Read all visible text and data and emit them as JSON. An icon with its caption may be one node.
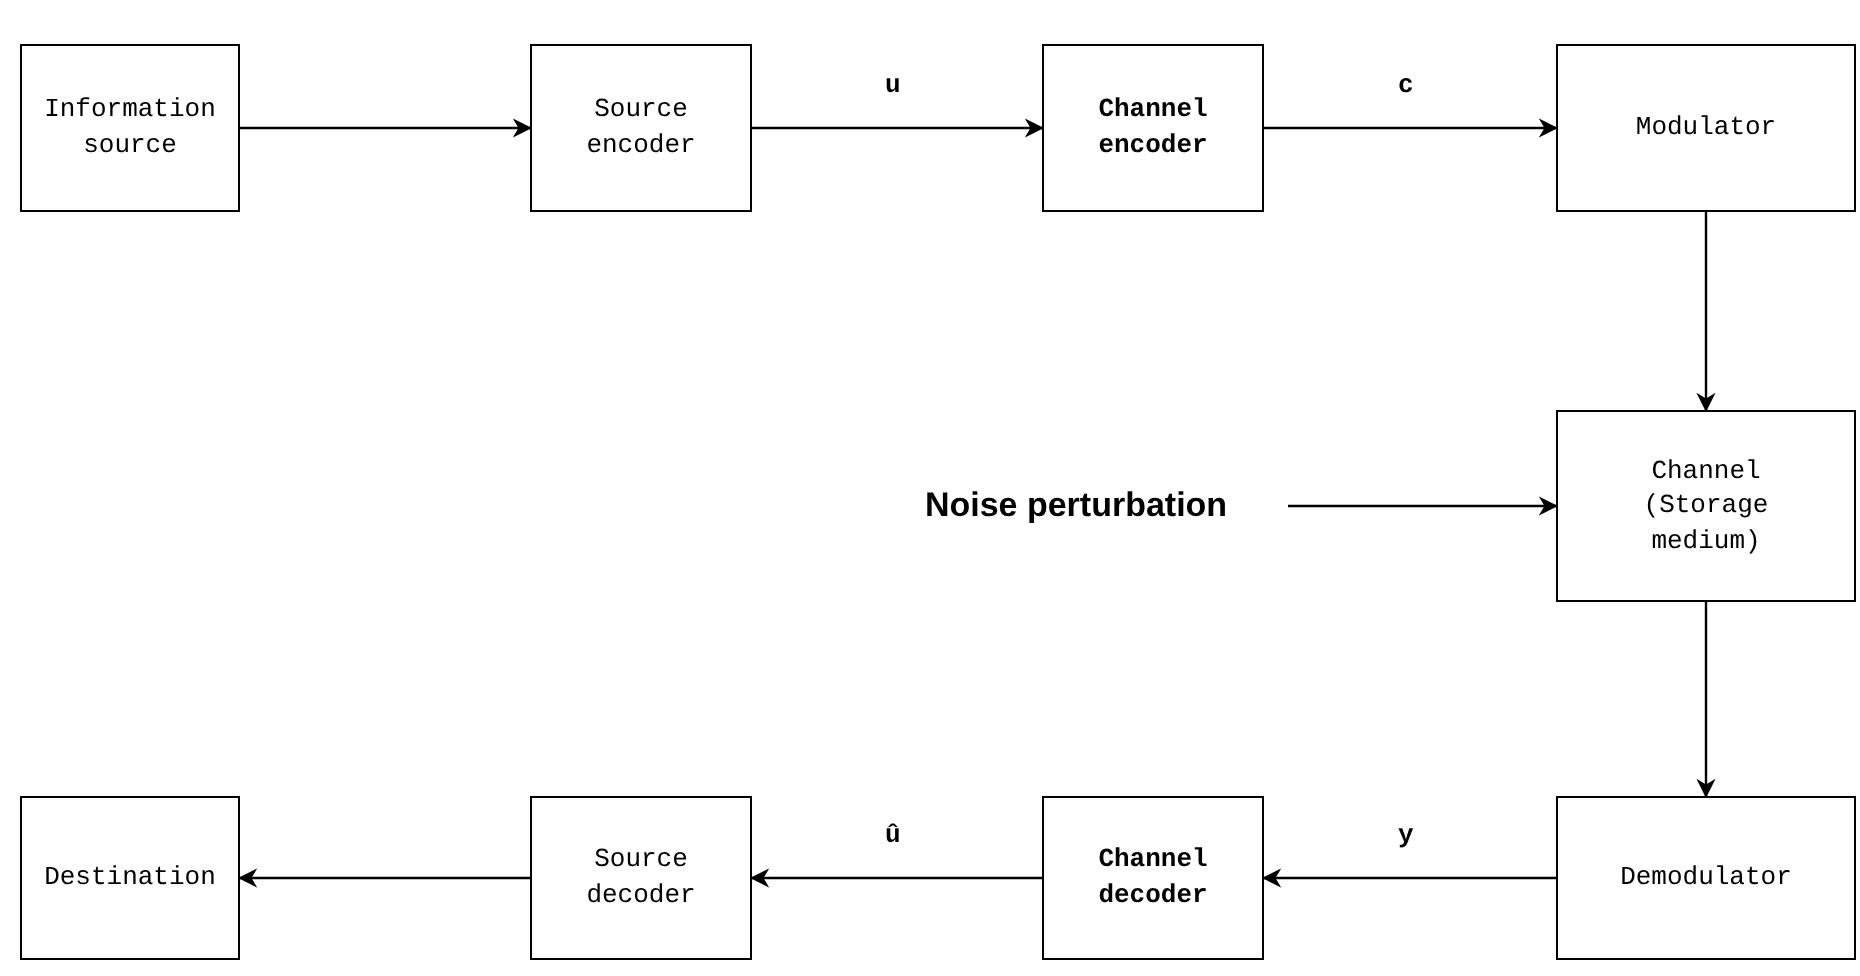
{
  "diagram": {
    "nodes": [
      {
        "text": [
          "Information source"
        ]
      },
      {
        "text": [
          "Source encoder"
        ]
      },
      {
        "text": [
          "Channel encoder"
        ]
      },
      {
        "text": [
          "Modulator"
        ]
      },
      {
        "text": [
          "Noise perturbation"
        ]
      },
      {
        "text": [
          "Channel (Storage medium)"
        ]
      },
      {
        "text": [
          "Destination"
        ]
      },
      {
        "text": [
          "Source decoder"
        ]
      },
      {
        "text": [
          "Channel decoder"
        ]
      },
      {
        "text": [
          "Demodulator"
        ]
      }
    ],
    "edges": [
      {
        "from": 0,
        "to": 1,
        "arrow": "to"
      },
      {
        "from": 1,
        "to": 2,
        "arrow": "to",
        "label": "u"
      },
      {
        "from": 2,
        "to": 3,
        "arrow": "to",
        "label": "c"
      },
      {
        "from": 3,
        "to": 5,
        "arrow": "to"
      },
      {
        "from": 4,
        "to": 5,
        "arrow": "to"
      },
      {
        "from": 5,
        "to": 9,
        "arrow": "to"
      },
      {
        "from": 9,
        "to": 8,
        "arrow": "to",
        "label": "y"
      },
      {
        "from": 8,
        "to": 7,
        "arrow": "to",
        "label": "û"
      },
      {
        "from": 7,
        "to": 6,
        "arrow": "to"
      }
    ]
  }
}
